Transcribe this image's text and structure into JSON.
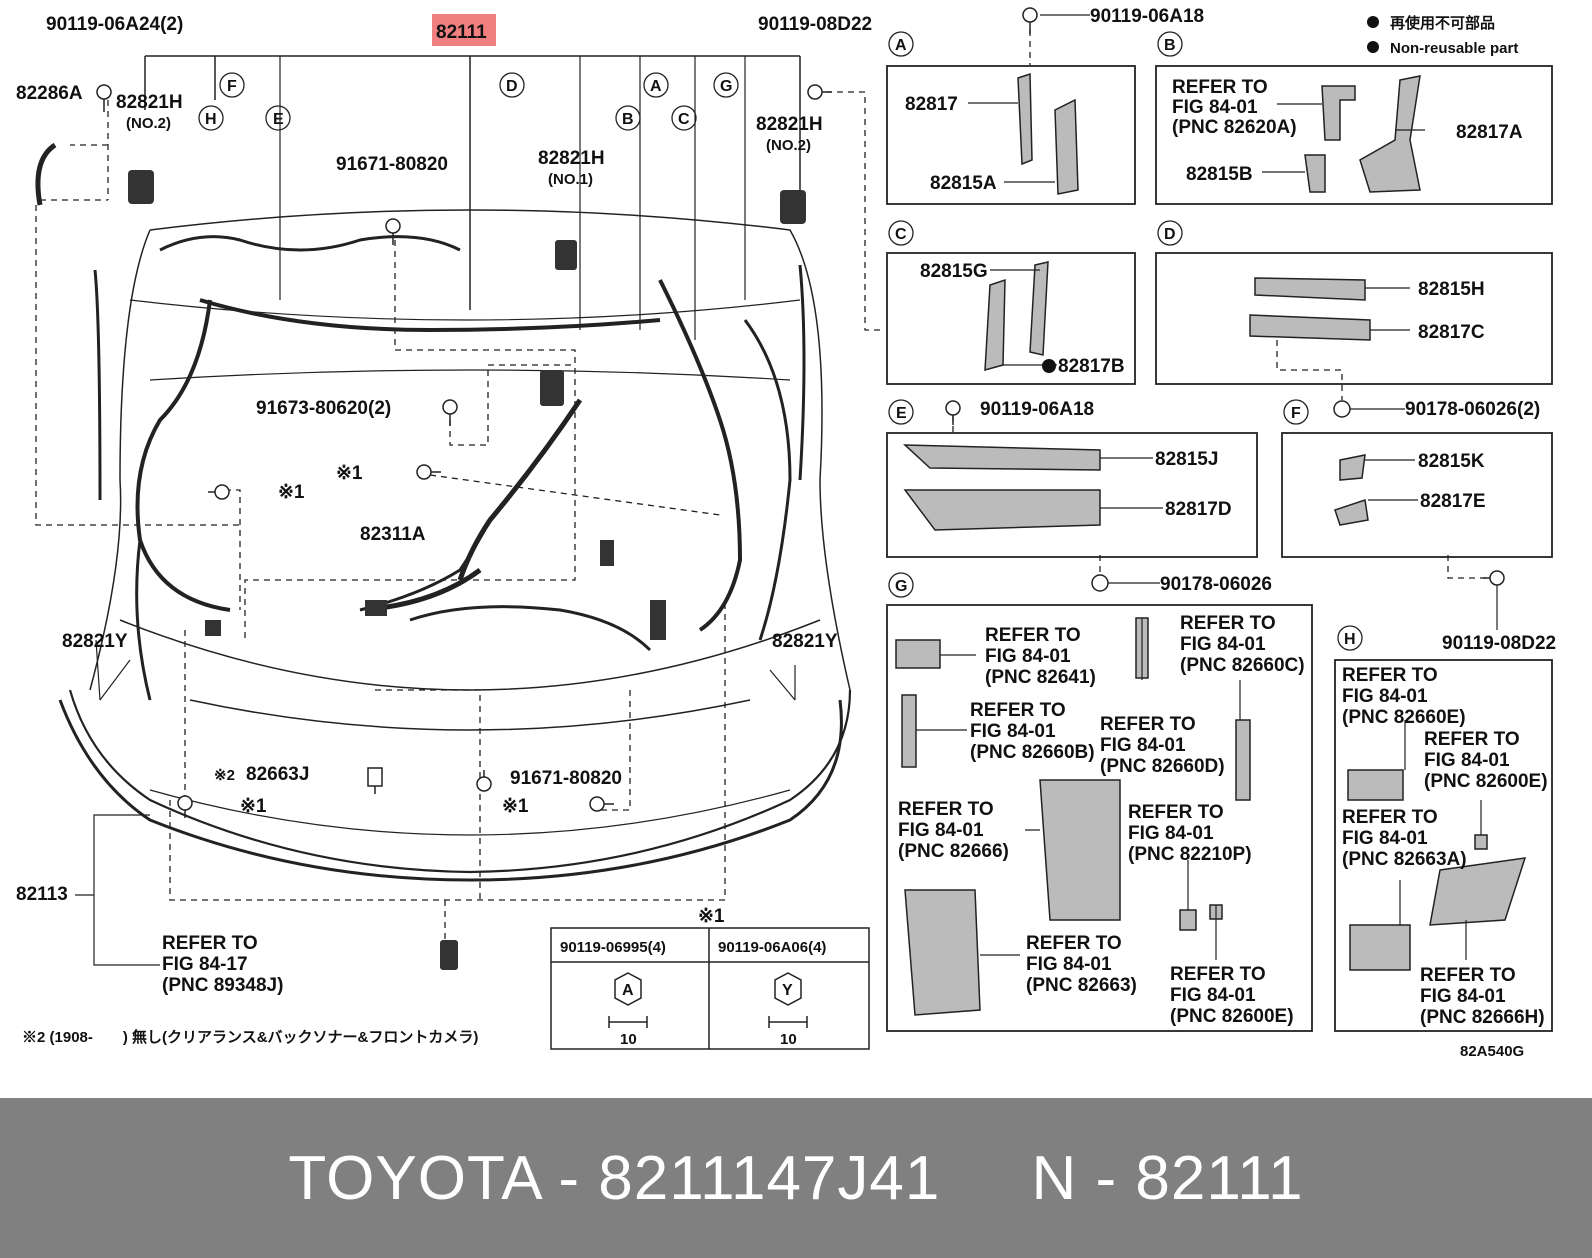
{
  "diagram": {
    "main_part": "82111",
    "main_highlight_color": "#f08080",
    "figure_code": "82A540G",
    "legend": {
      "symbol": "●",
      "jp": "再使用不可部品",
      "en": "Non-reusable part"
    },
    "note": "※2 (1908-　　) 無し(クリアランス&バックソナー&フロントカメラ)",
    "star1": "※1",
    "star2": "※2",
    "main_labels": {
      "p90119_06A24": "90119-06A24(2)",
      "p90119_08D22": "90119-08D22",
      "p82286A": "82286A",
      "p82821H_left": "82821H",
      "p82821H_left_no": "(NO.2)",
      "p82821H_right": "82821H",
      "p82821H_right_no": "(NO.2)",
      "p82821H_mid": "82821H",
      "p82821H_mid_no": "(NO.1)",
      "p91671_80820_top": "91671-80820",
      "p91673_80620": "91673-80620(2)",
      "p82311A": "82311A",
      "p82821Y_left": "82821Y",
      "p82821Y_right": "82821Y",
      "p82663J": "82663J",
      "p91671_80820_bot": "91671-80820",
      "p82113": "82113",
      "refer_8917": [
        "REFER TO",
        "FIG 84-17",
        "(PNC 89348J)"
      ]
    },
    "callouts": [
      "A",
      "B",
      "C",
      "D",
      "E",
      "F",
      "G",
      "H"
    ],
    "bolt_table": {
      "cols": [
        {
          "part": "90119-06995(4)",
          "letter": "A",
          "size": "10"
        },
        {
          "part": "90119-06A06(4)",
          "letter": "Y",
          "size": "10"
        }
      ]
    },
    "insets": {
      "A": {
        "top": "90119-06A18",
        "parts": [
          "82817",
          "82815A"
        ]
      },
      "B": {
        "refer": [
          "REFER TO",
          "FIG 84-01",
          "(PNC 82620A)"
        ],
        "parts": [
          "82817A",
          "82815B"
        ]
      },
      "C": {
        "parts": [
          "82815G",
          "82817B"
        ]
      },
      "D": {
        "parts": [
          "82815H",
          "82817C"
        ]
      },
      "E": {
        "top": "90119-06A18",
        "bottom": "90178-06026",
        "parts": [
          "82815J",
          "82817D"
        ]
      },
      "F": {
        "top": "90178-06026(2)",
        "bottom": "90119-08D22",
        "parts": [
          "82815K",
          "82817E"
        ]
      },
      "G": {
        "refs": [
          [
            "REFER TO",
            "FIG 84-01",
            "(PNC 82641)"
          ],
          [
            "REFER TO",
            "FIG 84-01",
            "(PNC 82660C)"
          ],
          [
            "REFER TO",
            "FIG 84-01",
            "(PNC 82660B)"
          ],
          [
            "REFER TO",
            "FIG 84-01",
            "(PNC 82660D)"
          ],
          [
            "REFER TO",
            "FIG 84-01",
            "(PNC 82666)"
          ],
          [
            "REFER TO",
            "FIG 84-01",
            "(PNC 82210P)"
          ],
          [
            "REFER TO",
            "FIG 84-01",
            "(PNC 82663)"
          ],
          [
            "REFER TO",
            "FIG 84-01",
            "(PNC 82600E)"
          ]
        ]
      },
      "H": {
        "refs": [
          [
            "REFER TO",
            "FIG 84-01",
            "(PNC 82660E)"
          ],
          [
            "REFER TO",
            "FIG 84-01",
            "(PNC 82600E)"
          ],
          [
            "REFER TO",
            "FIG 84-01",
            "(PNC 82663A)"
          ],
          [
            "REFER TO",
            "FIG 84-01",
            "(PNC 82666H)"
          ]
        ]
      }
    }
  },
  "footer": {
    "text": "TOYOTA - 8211147J41     N - 82111",
    "background": "#808080"
  }
}
